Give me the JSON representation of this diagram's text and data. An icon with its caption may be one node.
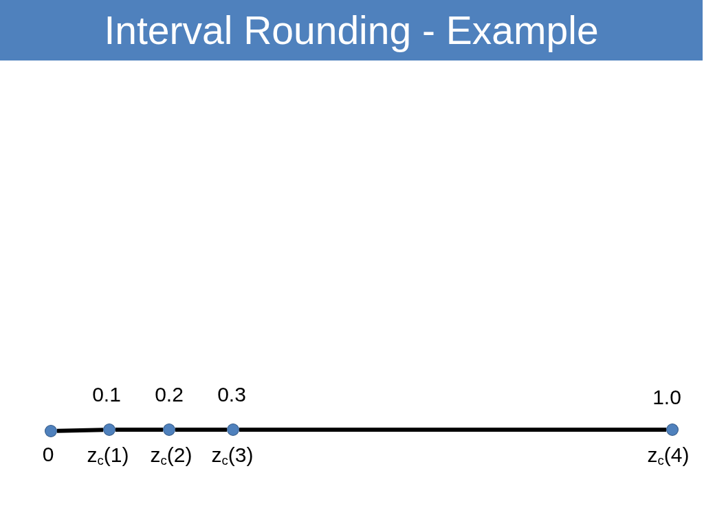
{
  "diagram": {
    "title": "Interval Rounding - Example",
    "nodes": [
      {
        "text": [],
        "shape": "circle",
        "beside": [
          "0"
        ]
      },
      {
        "text": [],
        "shape": "circle",
        "beside": [
          "0.1",
          "z$_{c}$(1)"
        ]
      },
      {
        "text": [],
        "shape": "circle",
        "beside": [
          "0.2",
          "z$_{c}$(2)"
        ]
      },
      {
        "text": [],
        "shape": "circle",
        "beside": [
          "0.3",
          "z$_{c}$(3)"
        ]
      },
      {
        "text": [],
        "shape": "circle",
        "beside": [
          "1.0",
          "z$_{c}$(4)"
        ]
      }
    ],
    "edges": [
      {
        "from": 0,
        "to": 1,
        "arrow": "none"
      },
      {
        "from": 1,
        "to": 2,
        "arrow": "none"
      },
      {
        "from": 2,
        "to": 3,
        "arrow": "none"
      },
      {
        "from": 3,
        "to": 4,
        "arrow": "none"
      }
    ]
  }
}
